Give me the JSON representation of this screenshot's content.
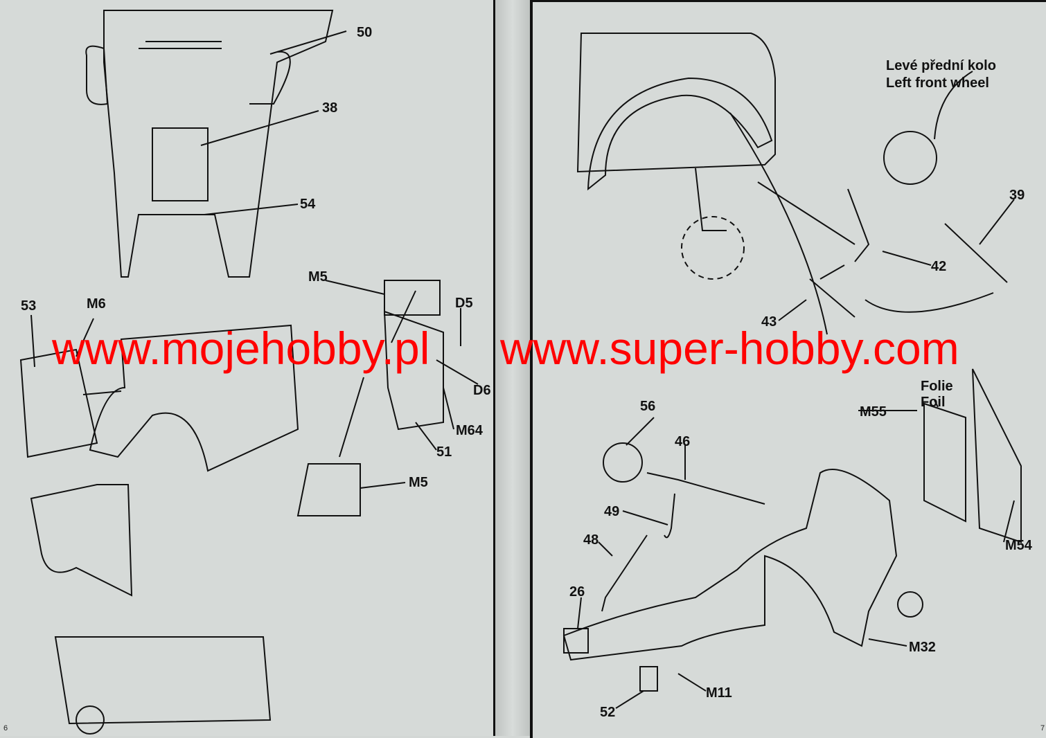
{
  "left_page": {
    "page_number": "6",
    "labels": [
      "50",
      "38",
      "54",
      "M5",
      "53",
      "M6",
      "D5",
      "D6",
      "M64",
      "51",
      "M5"
    ]
  },
  "right_page": {
    "page_number": "7",
    "wheel_caption_cz": "Levé přední kolo",
    "wheel_caption_en": "Left front wheel",
    "foil_cz": "Folie",
    "foil_en": "Foil",
    "labels": [
      "39",
      "42",
      "43",
      "56",
      "M55",
      "46",
      "49",
      "48",
      "M54",
      "26",
      "M32",
      "M11",
      "52"
    ]
  },
  "watermarks": [
    "www.mojehobby.pl",
    "www.super-hobby.com"
  ],
  "colors": {
    "watermark": "#ff0000",
    "paper": "#d6dad8"
  }
}
